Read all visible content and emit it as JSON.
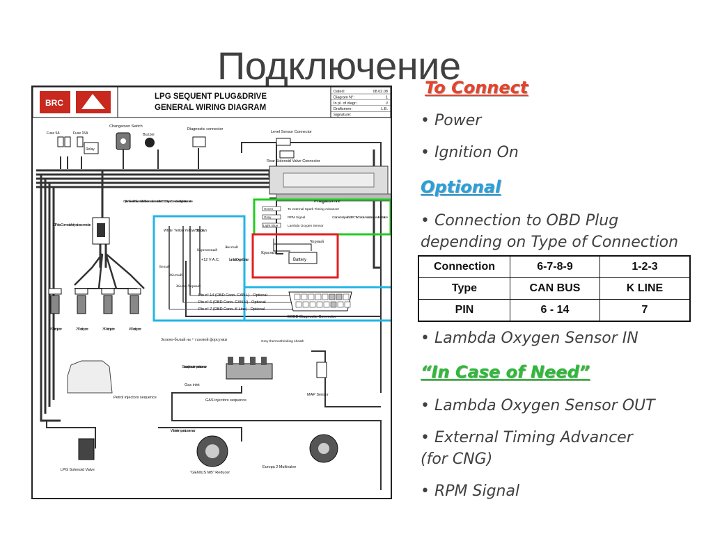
{
  "title": "Подключение",
  "diagram": {
    "logo_text": "BRC",
    "title_line1": "LPG SEQUENT PLUG&DRIVE",
    "title_line2": "GENERAL WIRING DIAGRAM",
    "info": [
      {
        "label": "Dated:",
        "value": "08.02.08"
      },
      {
        "label": "Diagram N°:",
        "value": "1"
      },
      {
        "label": "In pl. of diagr.:",
        "value": "//"
      },
      {
        "label": "Draftsmen:",
        "value": "L.B."
      },
      {
        "label": "Signature:",
        "value": ""
      }
    ],
    "labels": {
      "fuse_5a": "Fuse 5A",
      "fuse_15a": "Fuse 15A",
      "relay": "Relay",
      "changeover": "Changeover Switch",
      "buzzer": "Buzzer",
      "diag_conn": "Diagnostic connector",
      "level_sensor": "Level Sensor Connector",
      "rear_valve": "Rear Solenoid Valve Connector",
      "plug_drive": "Plug&Drive",
      "white_note": "Only the White wire or both Yellow and Yellow/Black wires must be connected to the EOBD Diagnostic Connector and not together at the same time",
      "green_wire": "Green",
      "grey_wire": "Grey",
      "light_blue_wire": "Light Blue",
      "green_desc": "To external Spark Timing Advancer",
      "grey_desc": "RPM Signal",
      "light_blue_desc": "Lambda Oxygen Sensor",
      "brc_note": "Connect only with BRC Technical Assistance Authorization",
      "ru_black": "Черный",
      "ru_red": "Красный",
      "battery": "Battery",
      "poles": "10 Poles Connector for injectors connection",
      "white": "White",
      "yellow": "Yellow",
      "yellow_black": "Yellow/Black",
      "brown": "Brown",
      "ru_white": "Белый",
      "ru_yellow": "Желтый",
      "ru_yellow_black": "Желто-Черный",
      "ru_brown": "Коричневый",
      "v12": "+12 V A.C.",
      "ru_yellow2": "Желтый",
      "lambda_sensor": "Lambda Oxygen Sensor",
      "pin14": "Pin n° 14 (OBD Conn. CAN L) - Optional",
      "pin6": "Pin n° 6 (OBD Conn. CAN H) - Optional",
      "pin7": "Pin n° 7 (OBD Conn. K Line) - Optional",
      "eobd": "EOBD Diagnostic Connector",
      "inj1": "1° Petr. Injector",
      "inj2": "2° Petr. Injector",
      "inj3": "3° Petr. Injector",
      "inj4": "4° Petr. Injector",
      "ru_gas_inj": "Зелено-белый на + газовой форсунки",
      "grey_sheath": "Grey thermoshrinking sheath",
      "gas_pressure": "Gas and pressure temperature sensor",
      "gas_inlet": "Gas inlet",
      "gas_inj_seq": "GAS injectors sequence",
      "map": "MAP Sensor",
      "petrol_seq": "Petrol injectors sequence",
      "water_temp": "Water temperature sensor",
      "lpg_valve": "LPG Solenoid Valve",
      "genius": "\"GENIUS MB\" Reducer",
      "europa": "Europa 2 Multivalve"
    }
  },
  "right": {
    "to_connect": "To Connect",
    "power": "• Power",
    "ignition": "• Ignition On",
    "optional": "Optional",
    "obd_line1": "• Connection to OBD Plug",
    "obd_line2": "depending on Type of Connection",
    "lambda_in": "• Lambda Oxygen Sensor IN",
    "in_case": "“In Case of Need”",
    "lambda_out": "• Lambda Oxygen Sensor OUT",
    "timing_line1": "• External Timing Advancer",
    "timing_line2": "(for CNG)",
    "rpm": "• RPM Signal"
  },
  "table": {
    "rows": [
      [
        "Connection",
        "6-7-8-9",
        "1-2-3"
      ],
      [
        "Type",
        "CAN BUS",
        "K LINE"
      ],
      [
        "PIN",
        "6 - 14",
        "7"
      ]
    ]
  },
  "colors": {
    "red_heading": "#e8412a",
    "blue_heading": "#2a9fd8",
    "green_heading": "#2fb83a",
    "highlight_green": "#22cc22",
    "highlight_blue": "#22b5e6",
    "highlight_red": "#e02020"
  }
}
